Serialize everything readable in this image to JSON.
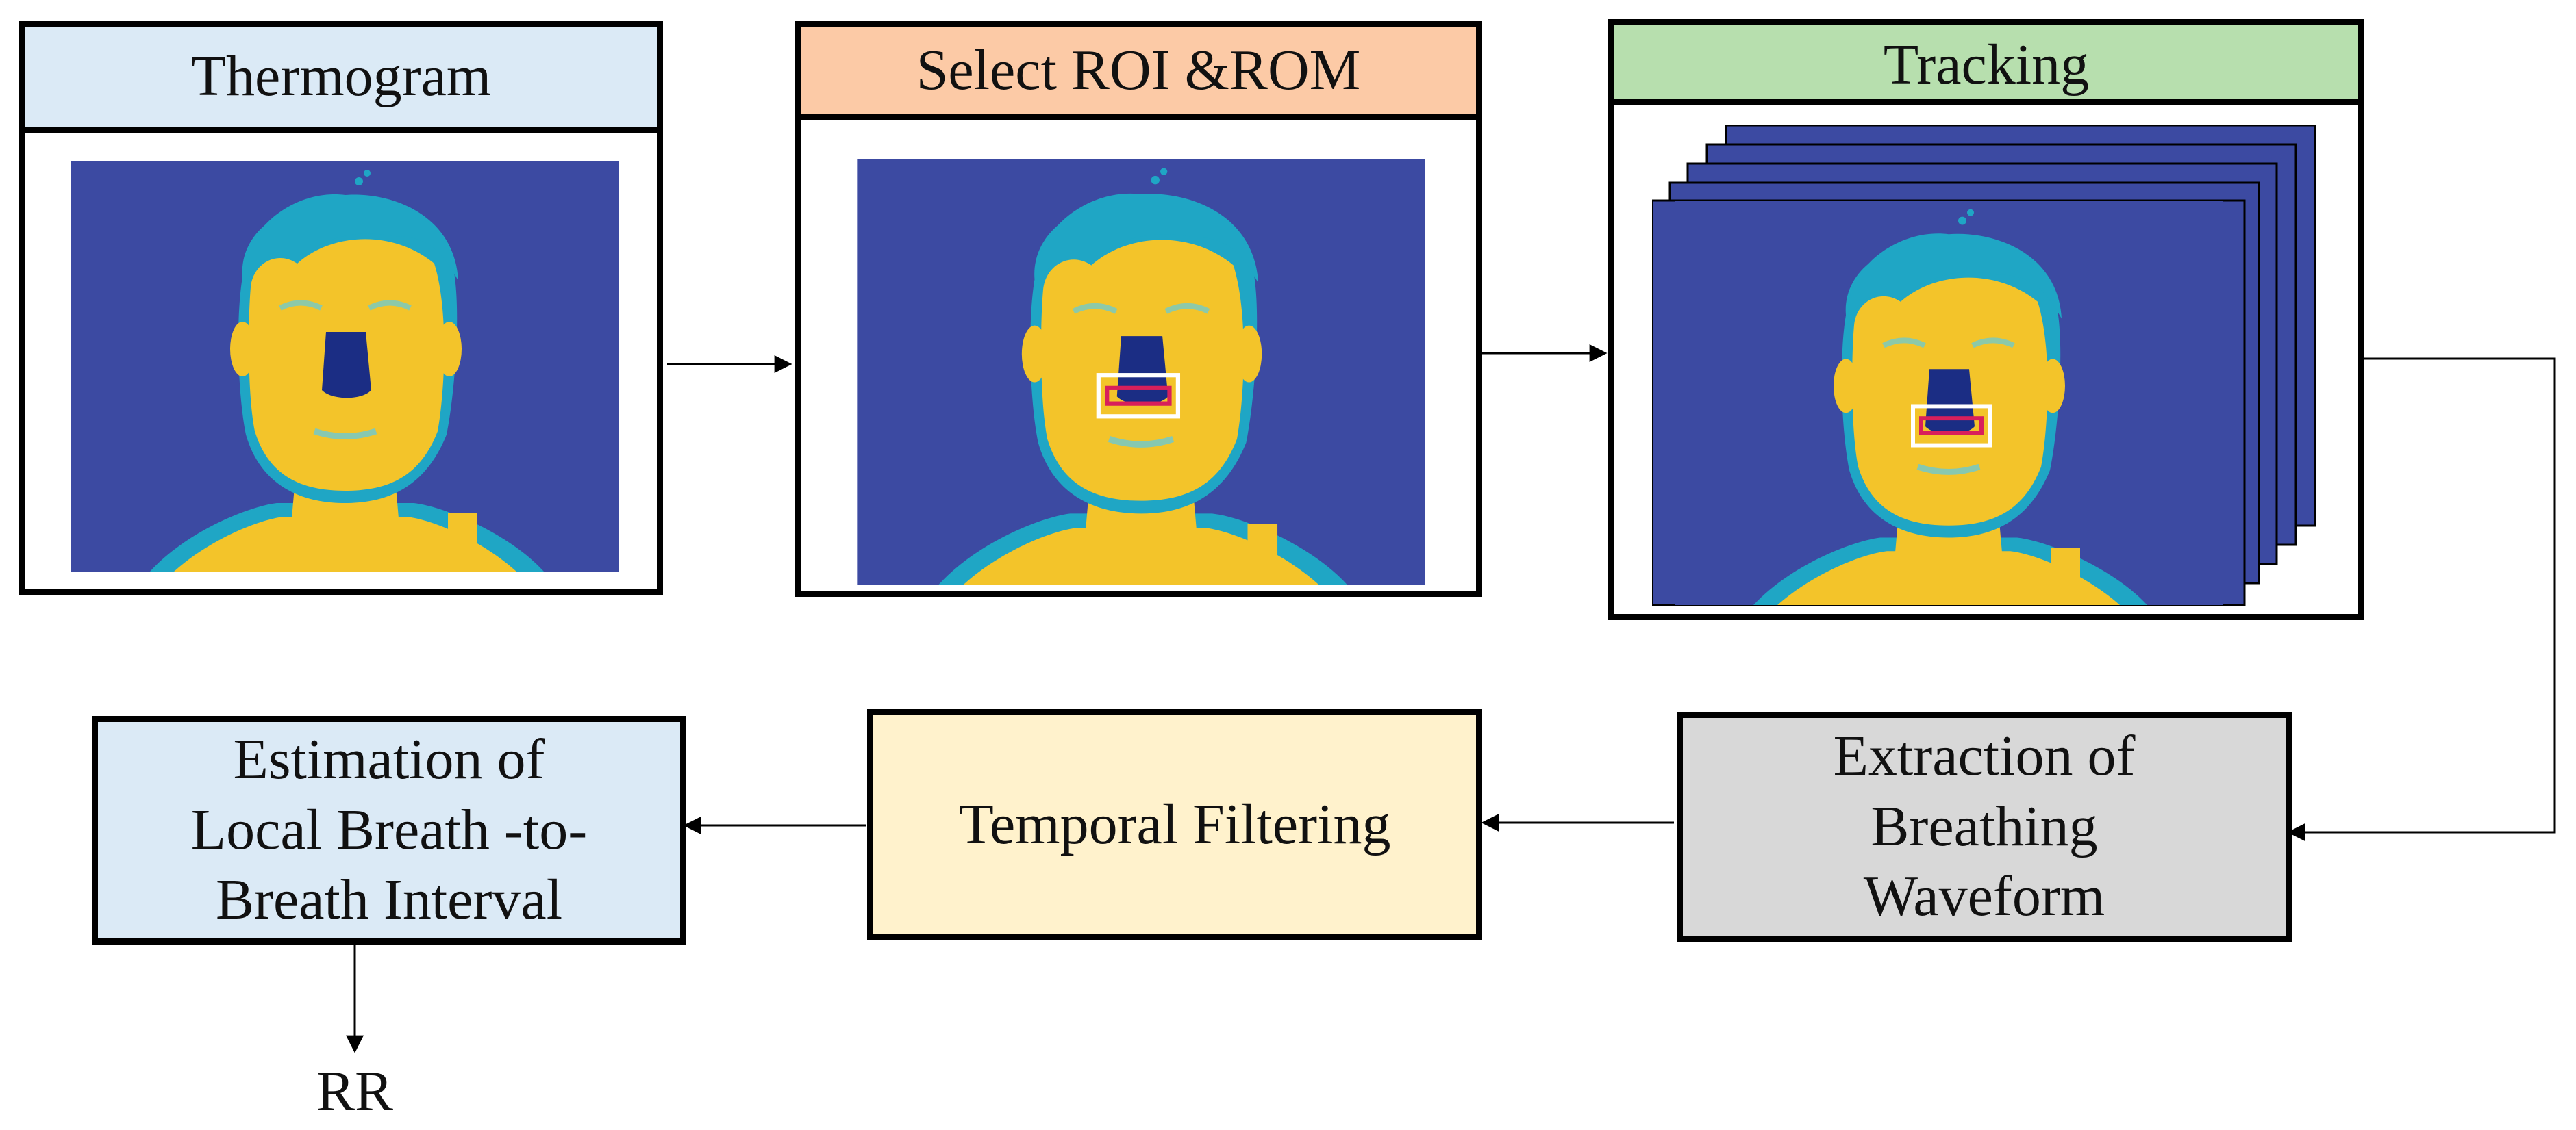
{
  "stages": {
    "thermogram": {
      "title": "Thermogram",
      "color": "#dbeaf6"
    },
    "select": {
      "title": "Select ROI &ROM",
      "color": "#fccaa6"
    },
    "tracking": {
      "title": "Tracking",
      "color": "#b7dfae"
    },
    "extraction": {
      "lines": [
        "Extraction of",
        "Breathing",
        "Waveform"
      ],
      "color": "#d8d8d8"
    },
    "filtering": {
      "label": "Temporal Filtering",
      "color": "#fff2cc"
    },
    "estimation": {
      "lines": [
        "Estimation of",
        "Local Breath -to-",
        "Breath Interval"
      ],
      "color": "#dbeaf6"
    },
    "output": "RR"
  },
  "thermal_colors": {
    "background": "#3c4aa2",
    "skin": "#f3c42a",
    "edge": "#1fa6c5",
    "roi": "#ffffff",
    "rom": "#d81f5b"
  }
}
